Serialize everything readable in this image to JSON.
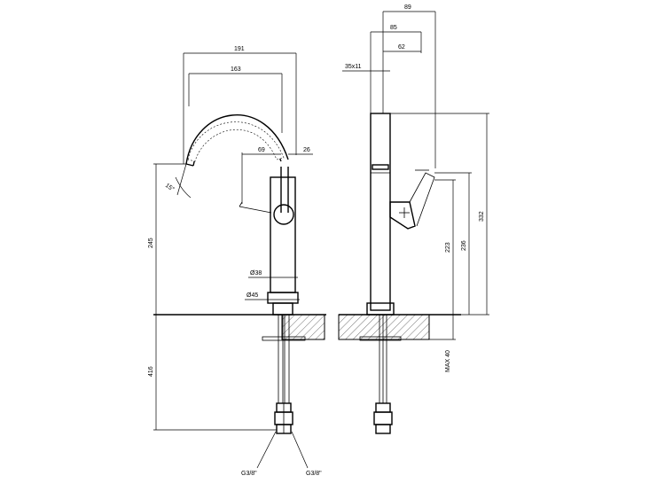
{
  "drawing": {
    "front_view": {
      "dims": {
        "spout_reach_outer": "191",
        "spout_reach_inner": "163",
        "handle_offset": "69",
        "handle_width": "26",
        "spout_angle": "15°",
        "spout_height": "245",
        "body_diameter": "Ø38",
        "base_diameter": "Ø45",
        "hose_length": "416"
      },
      "connections": {
        "left": "G3/8\"",
        "right": "G3/8\""
      }
    },
    "side_view": {
      "dims": {
        "depth_total": "89",
        "depth_body": "85",
        "depth_handle": "62",
        "handle_section": "35x11",
        "total_height": "332",
        "handle_height_low": "223",
        "handle_height_high": "236",
        "max_thickness": "MAX 40"
      }
    }
  }
}
